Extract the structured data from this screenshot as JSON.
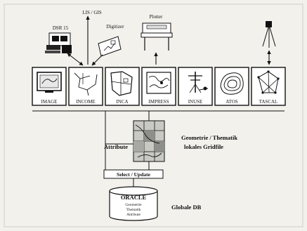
{
  "top_labels": {
    "dsr": "DSR 15",
    "lis_gis": "LIS / GIS",
    "digitizer": "Digitizer",
    "plotter": "Plotter"
  },
  "modules": [
    {
      "label": "IMAGE",
      "icon": "monitor-icon"
    },
    {
      "label": "INCOME",
      "icon": "network-icon"
    },
    {
      "label": "INCA",
      "icon": "parcel-icon"
    },
    {
      "label": "IMPRESS",
      "icon": "map-icon"
    },
    {
      "label": "INUSE",
      "icon": "powerline-icon"
    },
    {
      "label": "ATOS",
      "icon": "contour-icon"
    },
    {
      "label": "TASCAL",
      "icon": "survey-icon"
    }
  ],
  "middle": {
    "attribute": "Attribute",
    "geometry_line1": "Geometrie / Thematik",
    "geometry_line2": "lokales Gridfile"
  },
  "select_update": "Select / Update",
  "database": {
    "title": "ORACLE",
    "items": [
      "Geometrie",
      "Thematik",
      "Attribute"
    ],
    "label": "Globale DB"
  }
}
